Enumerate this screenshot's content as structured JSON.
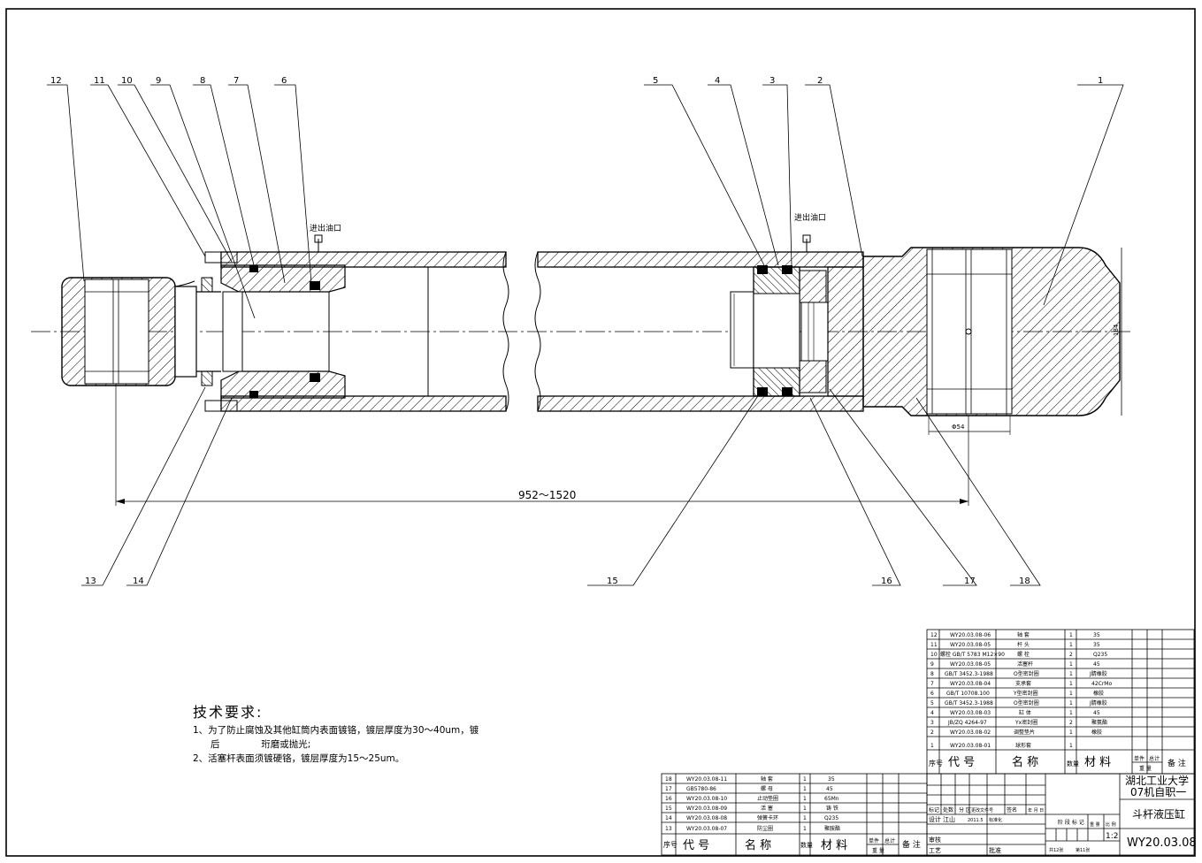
{
  "drawing": {
    "inlet_label_left": "进出油口",
    "inlet_label_right": "进出油口",
    "stroke_dim": "952～1520",
    "dim_phi54": "Φ54",
    "dim_184": "184",
    "balloons": [
      "1",
      "2",
      "3",
      "4",
      "5",
      "6",
      "7",
      "8",
      "9",
      "10",
      "11",
      "12",
      "13",
      "14",
      "15",
      "16",
      "17",
      "18"
    ]
  },
  "tech_requirements": {
    "title": "技术要求:",
    "line1": "1、为了防止腐蚀及其他缸筒内表面镀铬，镀层厚度为30～40um，镀",
    "line1b": "      后              珩磨或抛光;",
    "line2": "2、活塞杆表面须镀硬铬，镀层厚度为15～25um。"
  },
  "bom_right": {
    "rows": [
      {
        "no": "12",
        "code": "WY20.03.08-06",
        "name": "轴 套",
        "qty": "1",
        "mat": "35"
      },
      {
        "no": "11",
        "code": "WY20.03.08-05",
        "name": "杆 头",
        "qty": "1",
        "mat": "35"
      },
      {
        "no": "10",
        "code": "螺栓 GB/T 5783 M12×90",
        "name": "螺 栓",
        "qty": "2",
        "mat": "Q235"
      },
      {
        "no": "9",
        "code": "WY20.03.08-05",
        "name": "活塞杆",
        "qty": "1",
        "mat": "45"
      },
      {
        "no": "8",
        "code": "GB/T 3452.3-1988",
        "name": "O型密封圈",
        "qty": "1",
        "mat": "J腈橡胶"
      },
      {
        "no": "7",
        "code": "WY20.03.08-04",
        "name": "支承套",
        "qty": "1",
        "mat": "42CrMo"
      },
      {
        "no": "6",
        "code": "GB/T 10708.100",
        "name": "Y型密封圈",
        "qty": "1",
        "mat": "橡胶"
      },
      {
        "no": "5",
        "code": "GB/T 3452.3-1988",
        "name": "O型密封圈",
        "qty": "1",
        "mat": "J腈橡胶"
      },
      {
        "no": "4",
        "code": "WY20.03.08-03",
        "name": "缸 体",
        "qty": "1",
        "mat": "45"
      },
      {
        "no": "3",
        "code": "JB/ZQ 4264-97",
        "name": "Yx密封圈",
        "qty": "2",
        "mat": "聚氨酯"
      },
      {
        "no": "2",
        "code": "WY20.03.08-02",
        "name": "调整垫片",
        "qty": "1",
        "mat": "橡胶"
      },
      {
        "no": "1",
        "code": "WY20.03.08-01",
        "name": "球形套",
        "qty": "1",
        "mat": ""
      }
    ],
    "header": {
      "no": "序号",
      "code": "代 号",
      "name": "名 称",
      "qty": "数量",
      "mat": "材 料",
      "unit": "单件",
      "total": "总计",
      "weight": "重 量",
      "remark": "备 注"
    }
  },
  "bom_left": {
    "rows": [
      {
        "no": "18",
        "code": "WY20.03.08-11",
        "name": "轴 套",
        "qty": "1",
        "mat": "35"
      },
      {
        "no": "17",
        "code": "GB5780-86",
        "name": "螺 母",
        "qty": "1",
        "mat": "45"
      },
      {
        "no": "16",
        "code": "WY20.03.08-10",
        "name": "止动垫圈",
        "qty": "1",
        "mat": "65Mn"
      },
      {
        "no": "15",
        "code": "WY20.03.08-09",
        "name": "活 塞",
        "qty": "1",
        "mat": "铸 铁"
      },
      {
        "no": "14",
        "code": "WY20.03.08-08",
        "name": "弹簧卡环",
        "qty": "1",
        "mat": "Q235"
      },
      {
        "no": "13",
        "code": "WY20.03.08-07",
        "name": "防尘圈",
        "qty": "1",
        "mat": "聚胺酯"
      }
    ],
    "header": {
      "no": "序号",
      "code": "代 号",
      "name": "名 称",
      "qty": "数量",
      "mat": "材 料",
      "unit": "单件",
      "total": "总计",
      "weight": "重 量",
      "remark": "备 注"
    }
  },
  "title_block": {
    "school": "湖北工业大学",
    "class": "07机自职一",
    "part_name": "斗杆液压缸",
    "drawing_no": "WY20.03.08",
    "scale": "1:2",
    "sheets": "共12张",
    "sheet_no": "第11张",
    "design": "设计",
    "designer": "江山",
    "date": "2011.5",
    "std": "标准化",
    "audit": "审核",
    "craft": "工艺",
    "approve": "批准",
    "marks": "标记",
    "count": "处数",
    "zone": "分 区",
    "change_doc": "更改文件号",
    "sign": "签名",
    "ymd": "年 月 日",
    "stage": "阶 段 标 记",
    "weight": "重 量",
    "scale_lbl": "比 例"
  }
}
